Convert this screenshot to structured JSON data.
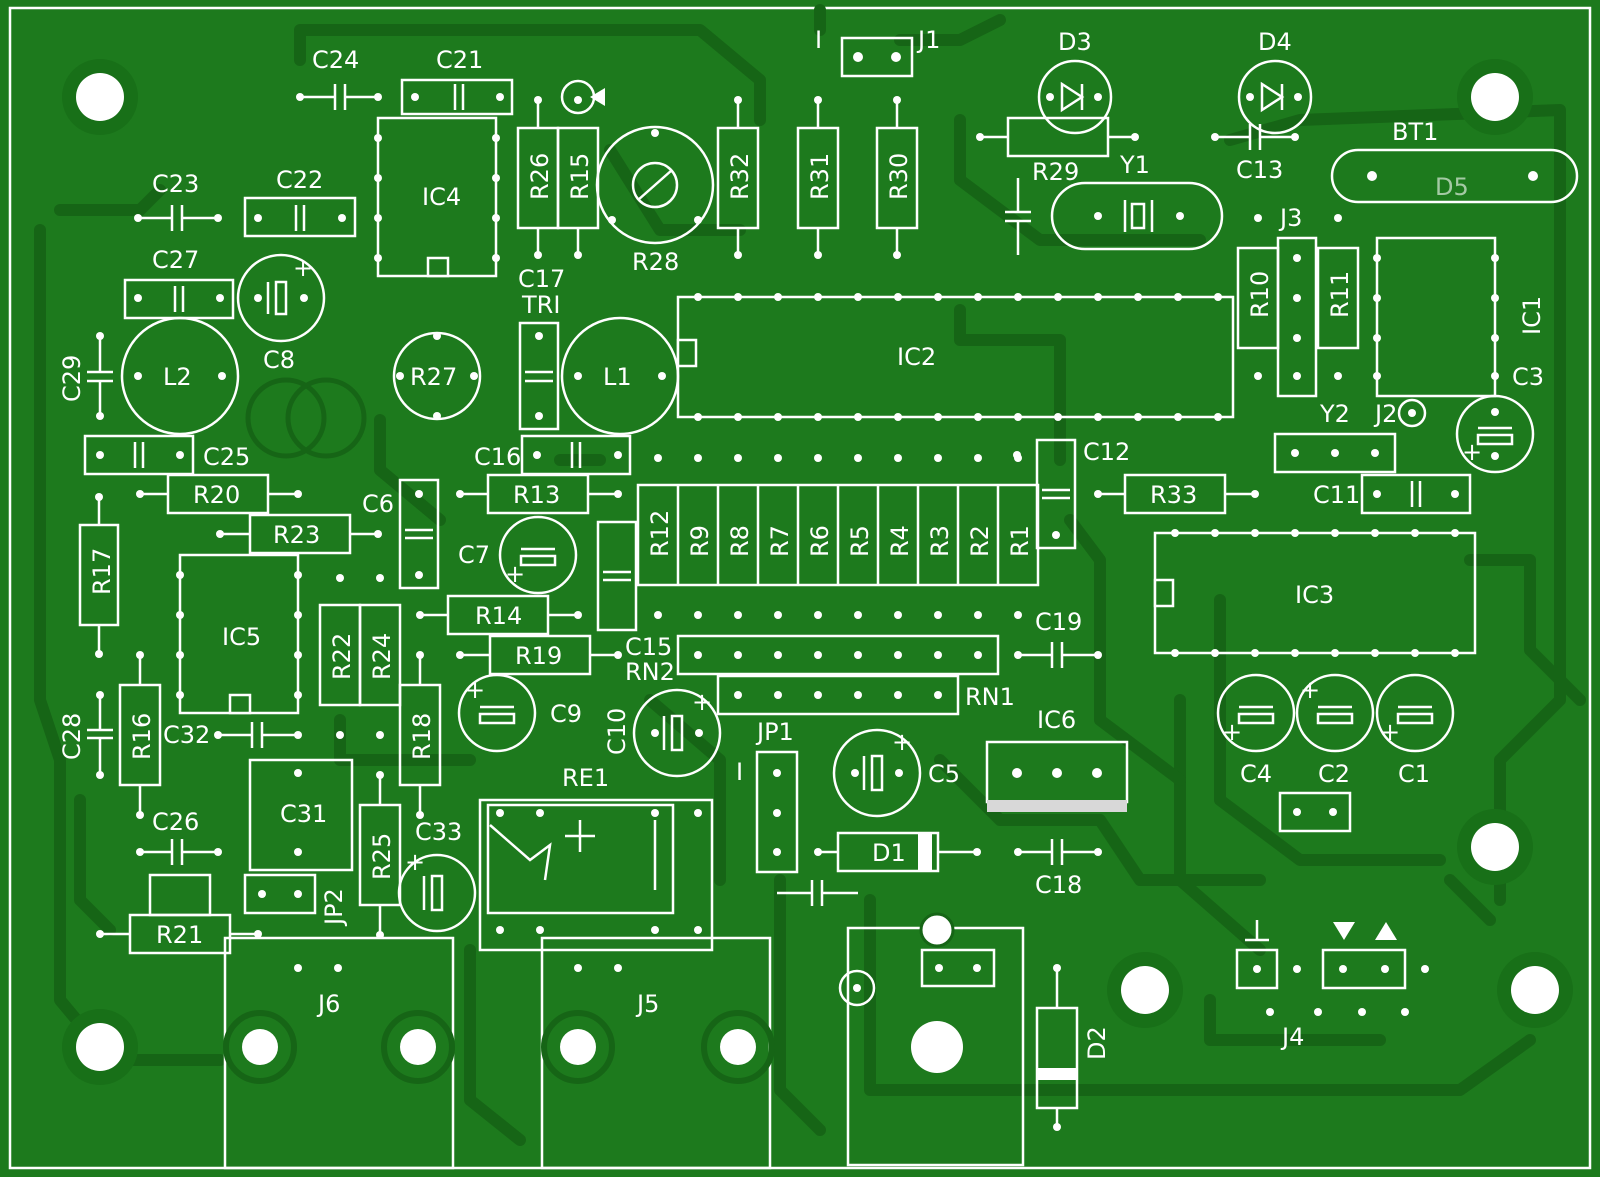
{
  "board": {
    "background": "#1d7a1d",
    "trace_color": "#166516",
    "silk_color": "#ffffff"
  },
  "labels": {
    "C24": "C24",
    "C21": "C21",
    "J1": "J1",
    "D3": "D3",
    "D4": "D4",
    "C23": "C23",
    "C22": "C22",
    "IC4": "IC4",
    "R26": "R26",
    "R15": "R15",
    "R32": "R32",
    "R31": "R31",
    "R30": "R30",
    "R29": "R29",
    "Y1": "Y1",
    "C13": "C13",
    "BT1": "BT1",
    "D5": "D5",
    "C27": "C27",
    "R28": "R28",
    "C17": "C17",
    "TRI": "TRI",
    "J3": "J3",
    "R10": "R10",
    "R11": "R11",
    "IC1": "IC1",
    "C8": "C8",
    "L2": "L2",
    "C29": "C29",
    "R27": "R27",
    "L1": "L1",
    "IC2": "IC2",
    "C3": "C3",
    "Y2": "Y2",
    "J2": "J2",
    "C25": "C25",
    "C16": "C16",
    "C12": "C12",
    "R20": "R20",
    "R13": "R13",
    "C6": "C6",
    "R33": "R33",
    "C11": "C11",
    "R23": "R23",
    "R17": "R17",
    "C7": "C7",
    "R12": "R12",
    "R9": "R9",
    "R8": "R8",
    "R7": "R7",
    "R6": "R6",
    "R5": "R5",
    "R4": "R4",
    "R3": "R3",
    "R2": "R2",
    "R1": "R1",
    "IC3": "IC3",
    "IC5": "IC5",
    "R22": "R22",
    "R24": "R24",
    "R14": "R14",
    "C19": "C19",
    "R19": "R19",
    "C15": "C15",
    "RN2": "RN2",
    "RN1": "RN1",
    "R16": "R16",
    "C28": "C28",
    "C9": "C9",
    "C10": "C10",
    "C4": "C4",
    "C2": "C2",
    "C1": "C1",
    "C32": "C32",
    "R18": "R18",
    "JP1": "JP1",
    "IC6": "IC6",
    "C5": "C5",
    "RE1": "RE1",
    "C31": "C31",
    "C33": "C33",
    "C26": "C26",
    "R25": "R25",
    "D1": "D1",
    "C18": "C18",
    "JP2": "JP2",
    "R21": "R21",
    "J6": "J6",
    "J5": "J5",
    "D2": "D2",
    "J4": "J4",
    "one_j1": "I",
    "one_jp1": "I"
  }
}
